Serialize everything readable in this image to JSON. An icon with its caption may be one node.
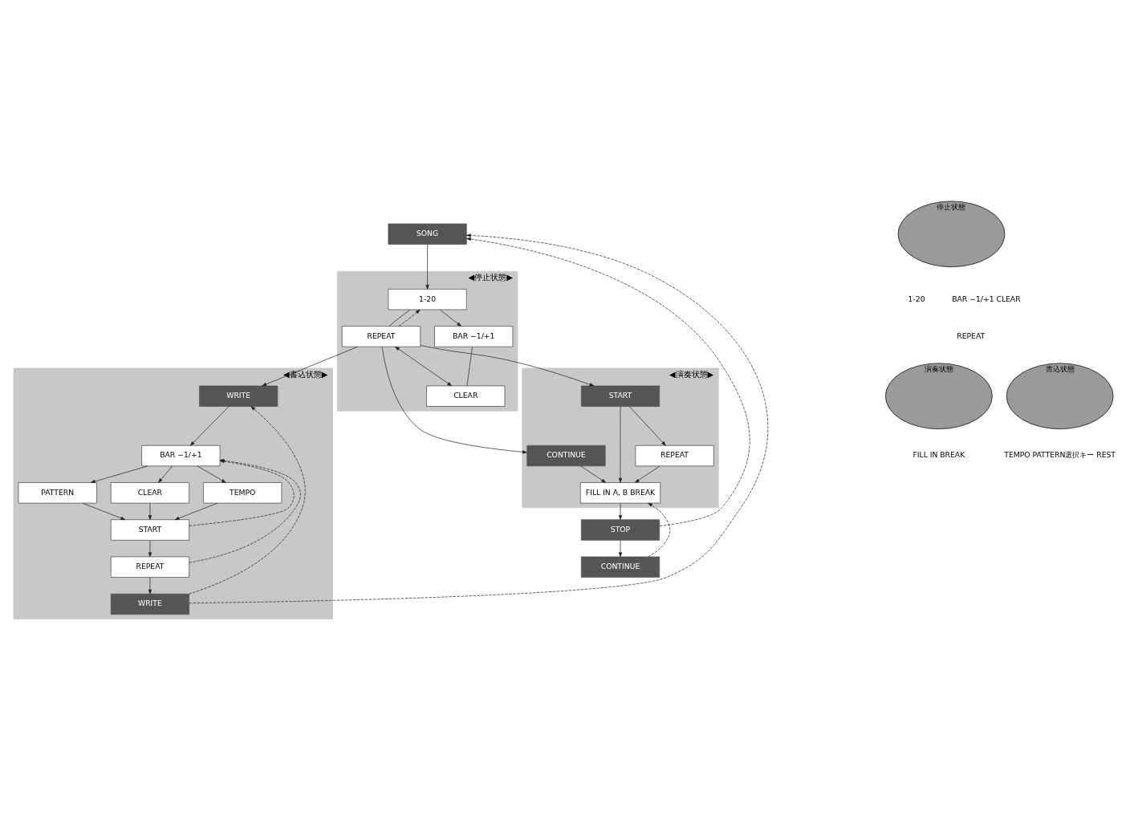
{
  "diagram": {
    "nodes": [
      {
        "text": [
          "SONG"
        ]
      },
      {
        "text": [
          "◀停止状態▶"
        ]
      },
      {
        "text": [
          "1-20"
        ],
        "in": 1
      },
      {
        "text": [
          "BAR −1/+1"
        ],
        "in": 1
      },
      {
        "text": [
          "REPEAT"
        ],
        "in": 1
      },
      {
        "text": [
          "CLEAR"
        ],
        "in": 1
      },
      {
        "text": [
          "◀演奏状態▶"
        ]
      },
      {
        "text": [
          "START"
        ],
        "in": 6
      },
      {
        "text": [
          "CONTINUE"
        ],
        "in": 6
      },
      {
        "text": [
          "FILL IN A, B BREAK"
        ],
        "in": 6
      },
      {
        "text": [
          "REPEAT"
        ],
        "in": 6
      },
      {
        "text": [
          "STOP"
        ]
      },
      {
        "text": [
          "CONTINUE"
        ]
      },
      {
        "text": [
          "◀書込状態▶"
        ]
      },
      {
        "text": [
          "WRITE"
        ],
        "in": 13
      },
      {
        "text": [
          "BAR −1/+1"
        ],
        "in": 13
      },
      {
        "text": [
          "PATTERN"
        ],
        "in": 13
      },
      {
        "text": [
          "CLEAR"
        ],
        "in": 13
      },
      {
        "text": [
          "TEMPO"
        ],
        "in": 13
      },
      {
        "text": [
          "START"
        ],
        "in": 13
      },
      {
        "text": [
          "REPEAT"
        ],
        "in": 13
      },
      {
        "text": [
          "WRITE"
        ],
        "in": 13
      },
      {
        "text": [
          "停止状態"
        ]
      },
      {
        "text": [
          "演奏状態"
        ]
      },
      {
        "text": [
          "書込状態"
        ]
      }
    ],
    "edges": [
      {
        "from": 0,
        "to": 2,
        "arrow": "to"
      },
      {
        "from": 2,
        "to": 4,
        "arrow": "none"
      },
      {
        "from": 2,
        "to": 3,
        "arrow": "to"
      },
      {
        "from": 3,
        "to": 5,
        "arrow": "none"
      },
      {
        "from": 4,
        "to": 5,
        "arrow": "both"
      },
      {
        "from": 4,
        "to": 2,
        "arrow": "to",
        "style": "dashed"
      },
      {
        "from": 4,
        "to": 7,
        "arrow": "to"
      },
      {
        "from": 4,
        "to": 8,
        "arrow": "to"
      },
      {
        "from": 8,
        "to": 9,
        "arrow": "to"
      },
      {
        "from": 7,
        "to": 9,
        "arrow": "to"
      },
      {
        "from": 7,
        "to": 10,
        "arrow": "to"
      },
      {
        "from": 9,
        "to": 11,
        "arrow": "to"
      },
      {
        "from": 10,
        "to": 9,
        "arrow": "to"
      },
      {
        "from": 11,
        "to": 12,
        "arrow": "to"
      },
      {
        "from": 11,
        "to": 0,
        "arrow": "to",
        "style": "dashed"
      },
      {
        "from": 12,
        "to": 9,
        "arrow": "to",
        "style": "dashed"
      },
      {
        "from": 4,
        "to": 14,
        "arrow": "to"
      },
      {
        "from": 14,
        "to": 15,
        "arrow": "to"
      },
      {
        "from": 15,
        "to": 16,
        "arrow": "to"
      },
      {
        "from": 15,
        "to": 17,
        "arrow": "to"
      },
      {
        "from": 15,
        "to": 18,
        "arrow": "to"
      },
      {
        "from": 16,
        "to": 19,
        "arrow": "to"
      },
      {
        "from": 17,
        "to": 19,
        "arrow": "to"
      },
      {
        "from": 18,
        "to": 19,
        "arrow": "to"
      },
      {
        "from": 19,
        "to": 20,
        "arrow": "to"
      },
      {
        "from": 19,
        "to": 15,
        "arrow": "to",
        "style": "dashed"
      },
      {
        "from": 20,
        "to": 21,
        "arrow": "to"
      },
      {
        "from": 20,
        "to": 15,
        "arrow": "to",
        "style": "dashed"
      },
      {
        "from": 21,
        "to": 14,
        "arrow": "to",
        "style": "dashed"
      },
      {
        "from": 21,
        "to": 0,
        "arrow": "to",
        "style": "dashed"
      }
    ],
    "labels": [
      "1-20",
      "BAR −1/+1 CLEAR",
      "REPEAT",
      "FILL IN BREAK",
      "TEMPO PATTERN選択キー REST"
    ]
  }
}
